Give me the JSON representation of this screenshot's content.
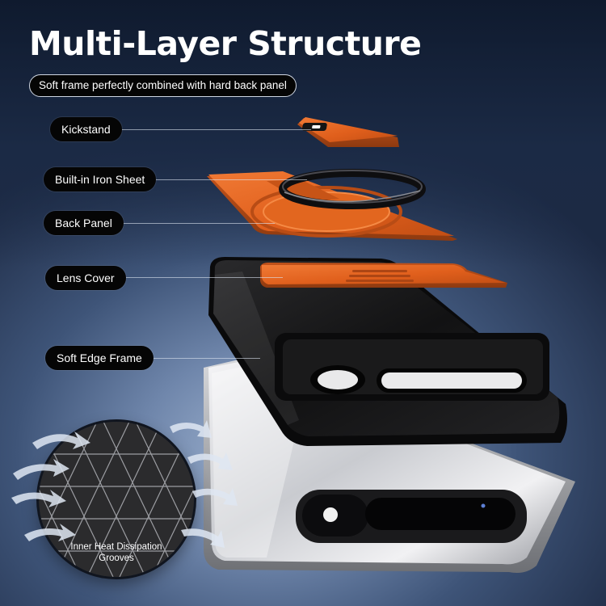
{
  "title": "Multi-Layer Structure",
  "subtitle": "Soft frame perfectly combined with hard back panel",
  "labels": {
    "kickstand": "Kickstand",
    "iron_sheet": "Built-in Iron Sheet",
    "back_panel": "Back Panel",
    "lens_cover": "Lens Cover",
    "edge_frame": "Soft Edge Frame"
  },
  "badge": {
    "text": "Inner Heat Dissipation Grooves"
  },
  "colors": {
    "accent_orange": "#e8641f",
    "label_background": "#050505",
    "frame_black": "#141414"
  }
}
